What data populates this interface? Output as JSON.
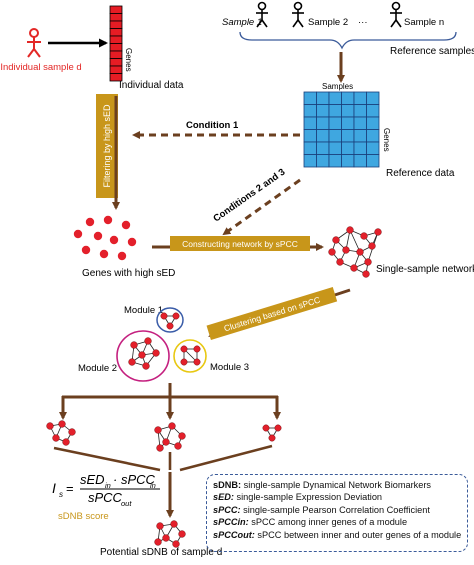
{
  "individual": {
    "label": "Individual sample d",
    "genes_label": "Genes",
    "data_label": "Individual data"
  },
  "samples": {
    "labels": [
      "Sample 1",
      "Sample 2",
      "···",
      "Sample n"
    ],
    "reference_samples_label": "Reference samples",
    "grid_top_label": "Samples",
    "grid_side_label": "Genes",
    "reference_data_label": "Reference data"
  },
  "steps": {
    "condition1": "Condition 1",
    "conditions23": "Conditions 2 and 3",
    "filtering": "Filtering by high sED",
    "constructing": "Constructing network by sPCC",
    "clustering": "Clustering based on sPCC"
  },
  "nodes": {
    "genes_high_sed": "Genes with high sED",
    "single_sample_network": "Single-sample network",
    "module1": "Module 1",
    "module2": "Module 2",
    "module3": "Module 3",
    "sdnb_score": "sDNB score",
    "potential": "Potential sDNB of sample d"
  },
  "formula": {
    "lhs": "I",
    "lhs_sub": "s",
    "numerator": "sED",
    "numerator_sub": "in",
    "numerator_mid": "· sPCC",
    "numerator_sub2": "in",
    "denominator": "sPCC",
    "denominator_sub": "out"
  },
  "legend": [
    {
      "term": "sDNB:",
      "definition": "single-sample Dynamical Network Biomarkers"
    },
    {
      "term": "sED:",
      "definition": "single-sample Expression Deviation"
    },
    {
      "term": "sPCC:",
      "definition": "single-sample Pearson Correlation Coefficient"
    },
    {
      "term": "sPCCin:",
      "definition": "sPCC among inner genes of a module"
    },
    {
      "term": "sPCCout:",
      "definition": "sPCC between inner and outer genes of a module"
    }
  ],
  "colors": {
    "node": "#e3202b",
    "arrow": "#6b3f1f",
    "banner": "#c8961a",
    "grid": "#3fa7e0",
    "individual": "#e32726",
    "module1_ring": "#3a5ca8",
    "module2_ring": "#c4207f",
    "module3_ring": "#e8c812",
    "legend_border": "#3b5b9a"
  }
}
